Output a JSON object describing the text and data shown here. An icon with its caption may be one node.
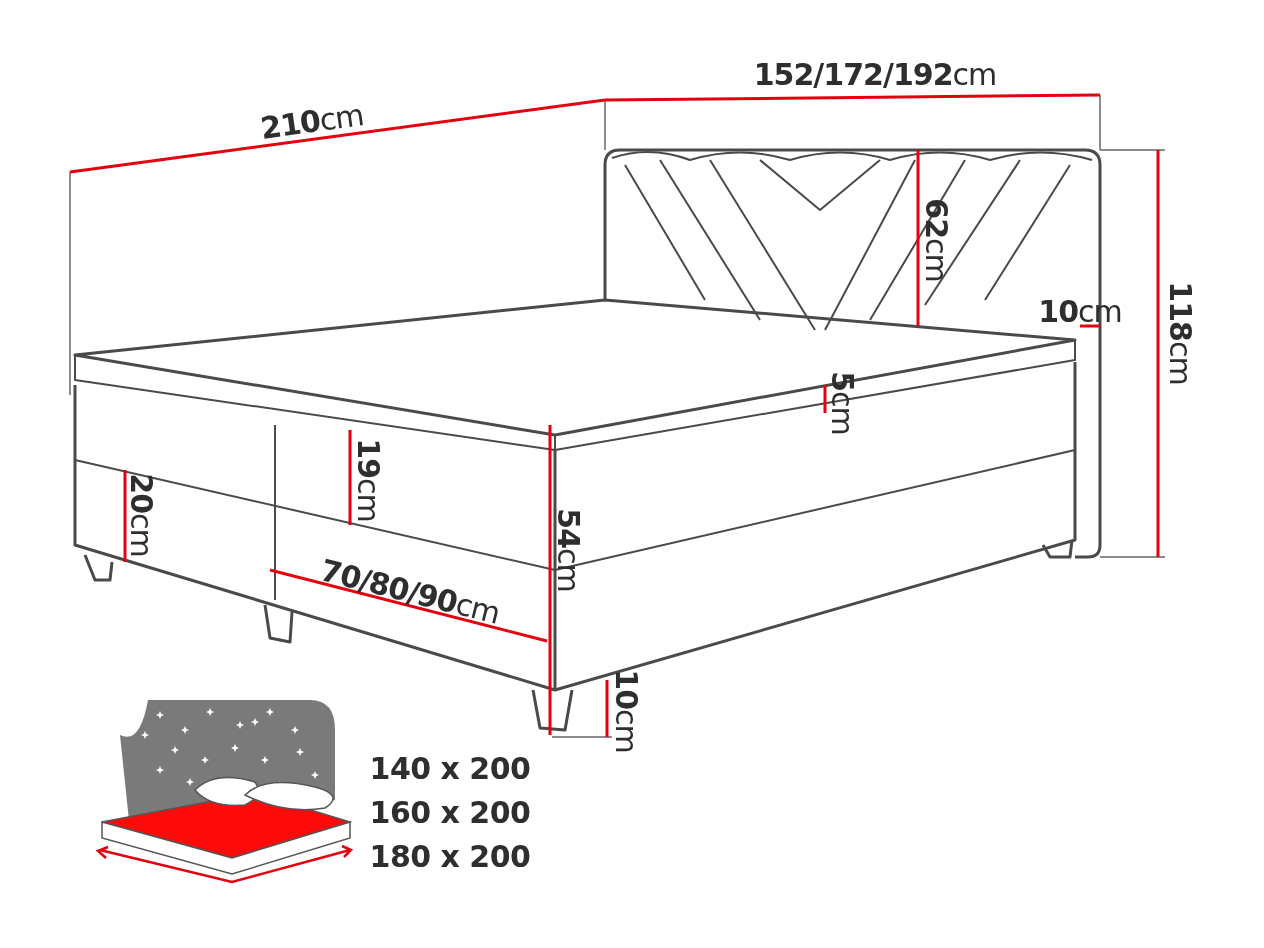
{
  "diagram": {
    "labels": [
      "**152/172/192**cm",
      "**210**cm",
      "**62**cm",
      "**10**cm",
      "**118**cm",
      "**5**cm",
      "**19**cm",
      "**20**cm",
      "**54**cm",
      "**70/80/90**cm",
      "**10**cm",
      "140 x 200",
      "160 x 200",
      "180 x 200"
    ]
  }
}
